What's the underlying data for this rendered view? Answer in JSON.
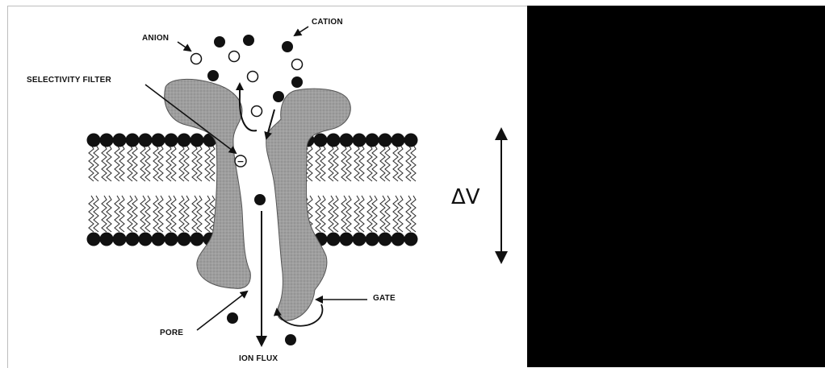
{
  "labels": {
    "anion": "ANION",
    "cation": "CATION",
    "selectivity_filter": "SELECTIVITY FILTER",
    "gate": "GATE",
    "pore": "PORE",
    "ion_flux": "ION FLUX",
    "delta_v": "ΔV"
  },
  "filter_charge_symbol": "−",
  "colors": {
    "background": "#ffffff",
    "right_panel": "#000000",
    "channel_protein": "#9b9b9b",
    "ink": "#111111"
  }
}
